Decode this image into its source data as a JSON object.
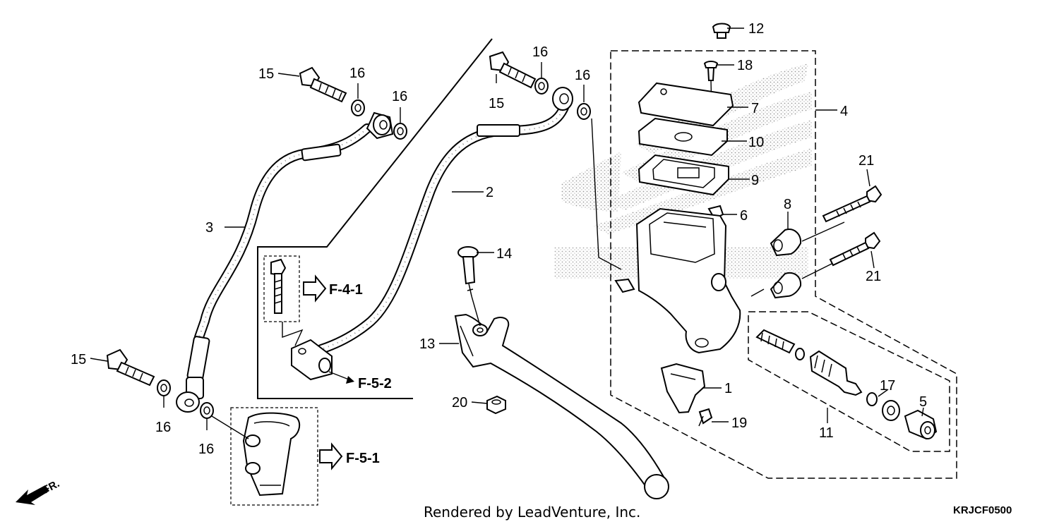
{
  "callouts": {
    "c1": "1",
    "c2": "2",
    "c3": "3",
    "c4": "4",
    "c5": "5",
    "c6": "6",
    "c7": "7",
    "c8": "8",
    "c9": "9",
    "c10": "10",
    "c11": "11",
    "c12": "12",
    "c13": "13",
    "c14": "14",
    "c15a": "15",
    "c15b": "15",
    "c15c": "15",
    "c16a": "16",
    "c16b": "16",
    "c16c": "16",
    "c16d": "16",
    "c16e": "16",
    "c16f": "16",
    "c17": "17",
    "c18": "18",
    "c19": "19",
    "c20": "20",
    "c21a": "21",
    "c21b": "21"
  },
  "references": {
    "f41": "F-4-1",
    "f52": "F-5-2",
    "f51": "F-5-1"
  },
  "direction_label": "FR.",
  "footer": {
    "credit": "Rendered by LeadVenture, Inc.",
    "diagram_code": "KRJCF0500"
  },
  "icons": {
    "direction": "front-direction-arrow-icon",
    "reference": "hollow-reference-arrow-icon",
    "watermark": "honda-wing-logo-watermark"
  }
}
